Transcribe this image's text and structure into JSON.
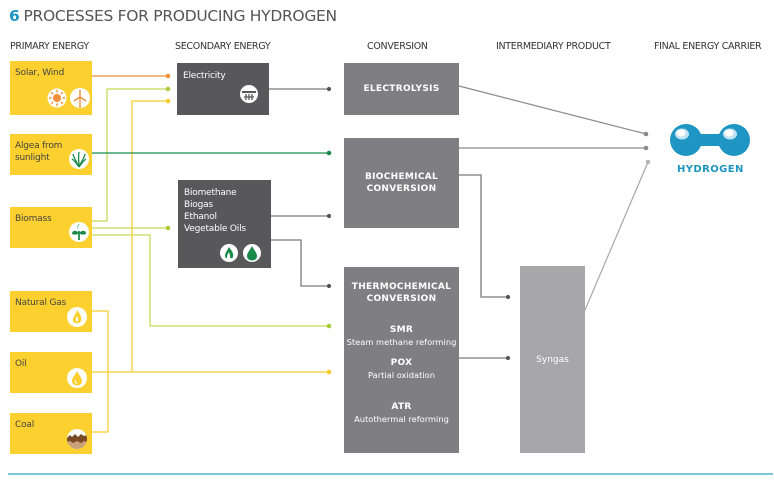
{
  "title": {
    "number": "6",
    "text": "PROCESSES FOR PRODUCING HYDROGEN"
  },
  "columns": {
    "primary": "PRIMARY ENERGY",
    "secondary": "SECONDARY ENERGY",
    "conversion": "CONVERSION",
    "intermediary": "INTERMEDIARY PRODUCT",
    "final": "FINAL ENERGY CARRIER"
  },
  "primary_energy": [
    {
      "label": "Solar, Wind",
      "icons": [
        "sun-icon",
        "wind-turbine-icon"
      ]
    },
    {
      "label": "Algea from sunlight",
      "icons": [
        "algae-icon"
      ]
    },
    {
      "label": "Biomass",
      "icons": [
        "plant-sprout-icon"
      ]
    },
    {
      "label": "Natural Gas",
      "icons": [
        "flame-icon"
      ]
    },
    {
      "label": "Oil",
      "icons": [
        "oil-drop-icon"
      ]
    },
    {
      "label": "Coal",
      "icons": [
        "coal-icon"
      ]
    }
  ],
  "secondary_energy": {
    "electricity": {
      "label": "Electricity",
      "icon": "power-plug-icon"
    },
    "biofuels": {
      "lines": [
        "Biomethane",
        "Biogas",
        "Ethanol",
        "Vegetable Oils"
      ],
      "icons": [
        "flame-icon",
        "oil-drop-icon"
      ]
    }
  },
  "conversion": {
    "electrolysis": "ELECTROLYSIS",
    "biochemical": [
      "BIOCHEMICAL",
      "CONVERSION"
    ],
    "thermochemical": {
      "title": [
        "THERMOCHEMICAL",
        "CONVERSION"
      ],
      "processes": [
        {
          "abbr": "SMR",
          "name": "Steam methane reforming"
        },
        {
          "abbr": "POX",
          "name": "Partial oxidation"
        },
        {
          "abbr": "ATR",
          "name": "Autothermal reforming"
        }
      ]
    }
  },
  "intermediary": {
    "label": "Syngas"
  },
  "final": {
    "label": "HYDROGEN",
    "icon": "hydrogen-molecule-icon"
  },
  "colors": {
    "primary_box": "#fcd02f",
    "secondary_box": "#58585a",
    "conversion_box": "#7f7f83",
    "syngas_box": "#a7a7aa",
    "solar_line": "#f0903a",
    "biomass_line": "#c4dc5a",
    "fossil_line": "#f7cd2e",
    "algae_line": "#1a8a4a",
    "gray_line": "#7a7a7d",
    "accent": "#1e95c2"
  }
}
